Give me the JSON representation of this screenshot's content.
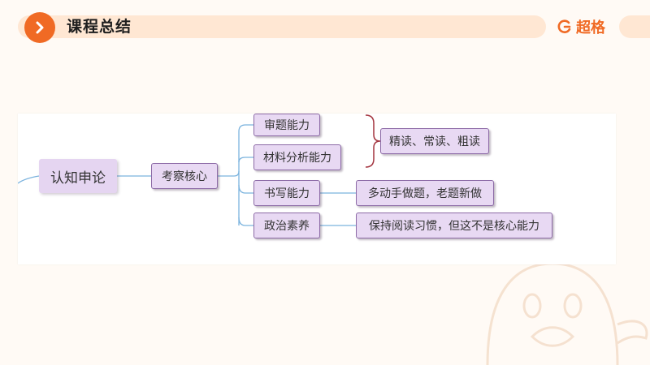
{
  "header": {
    "title": "课程总结",
    "brand_name": "超格",
    "accent_color": "#f06a24",
    "bar_color": "#ffe7d3"
  },
  "mindmap": {
    "root": "认知申论",
    "hub": "考察核心",
    "items": [
      {
        "label": "审题能力"
      },
      {
        "label": "材料分析能力"
      },
      {
        "label": "书写能力",
        "note": "多动手做题，老题新做"
      },
      {
        "label": "政治素养",
        "note": "保持阅读习惯，但这不是核心能力"
      }
    ],
    "group_note": "精读、常读、粗读",
    "node_fill": "#e8d9f3",
    "node_border": "#8c6aa6",
    "line_color": "#7bb3de"
  }
}
